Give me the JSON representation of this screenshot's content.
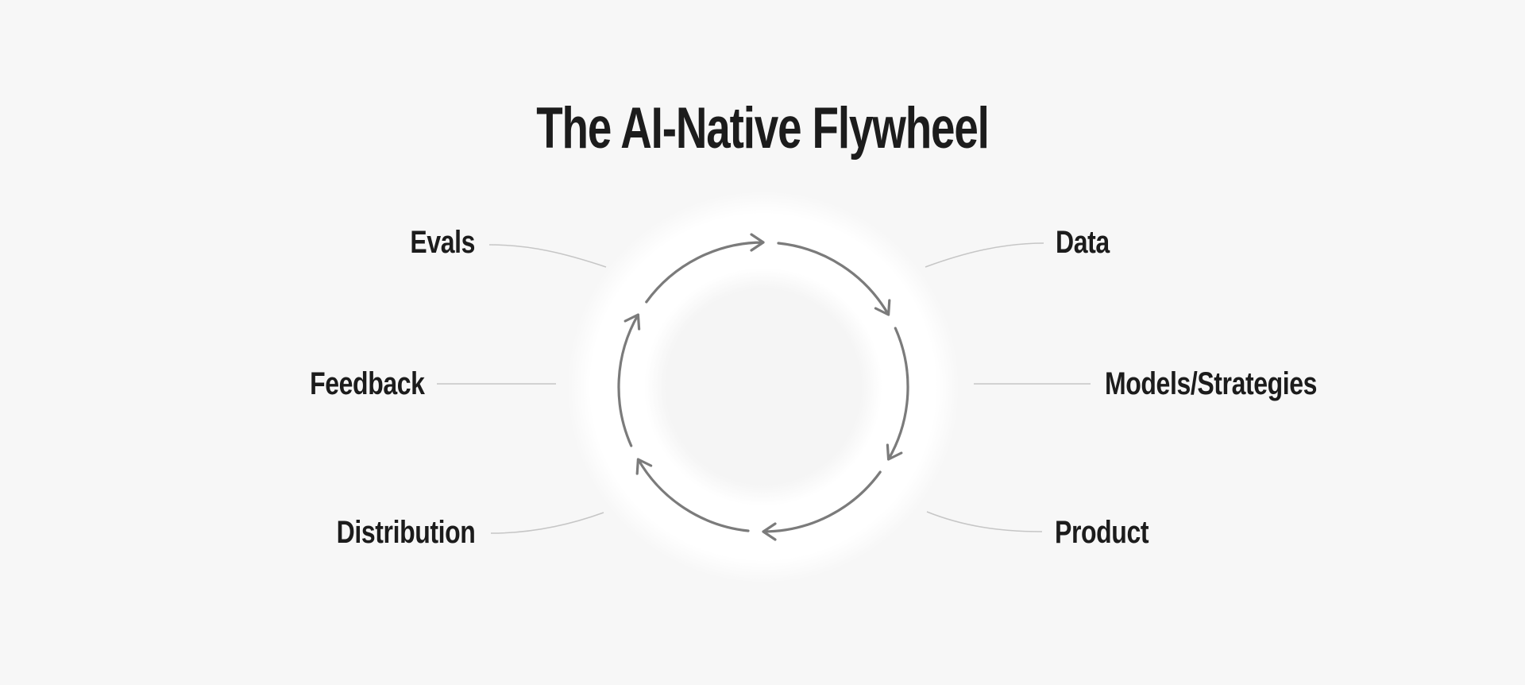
{
  "page": {
    "title": "The AI-Native Flywheel"
  },
  "flywheel": {
    "type": "cycle-diagram",
    "direction": "clockwise",
    "segments_count": 6,
    "labels": [
      {
        "text": "Evals",
        "position": "top-left"
      },
      {
        "text": "Data",
        "position": "top-right"
      },
      {
        "text": "Feedback",
        "position": "middle-left"
      },
      {
        "text": "Models/Strategies",
        "position": "middle-right"
      },
      {
        "text": "Distribution",
        "position": "bottom-left"
      },
      {
        "text": "Product",
        "position": "bottom-right"
      }
    ]
  },
  "colors": {
    "background": "#f7f7f7",
    "text": "#1c1c1c",
    "arrow": "#7b7b7b",
    "connector": "#c6c6c6",
    "disc": "#ffffff",
    "inner-disc": "#f5f5f5"
  }
}
